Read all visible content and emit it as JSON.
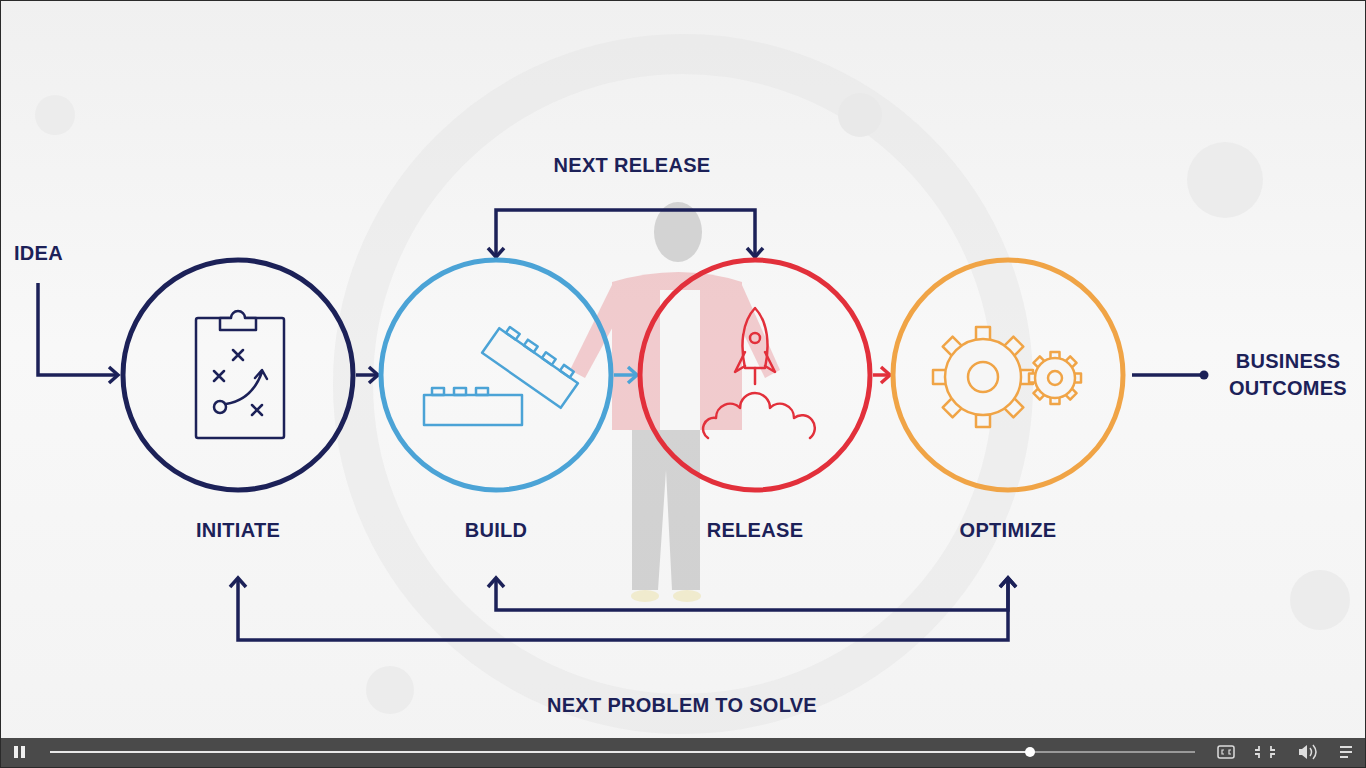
{
  "diagram": {
    "nodes": [
      {
        "text": [
          "INITIATE"
        ]
      },
      {
        "text": [
          "BUILD"
        ]
      },
      {
        "text": [
          "RELEASE"
        ]
      },
      {
        "text": [
          "OPTIMIZE"
        ]
      }
    ],
    "edges": [
      {
        "from": 0,
        "to": 1,
        "arrow": "to"
      },
      {
        "from": 1,
        "to": 2,
        "arrow": "to"
      },
      {
        "from": 2,
        "to": 3,
        "arrow": "to"
      },
      {
        "from": 1,
        "to": 2,
        "arrow": "both",
        "label": "NEXT RELEASE"
      },
      {
        "from": 3,
        "to": 0,
        "arrow": "both",
        "label": "NEXT PROBLEM TO SOLVE"
      },
      {
        "from": 3,
        "to": 1,
        "arrow": "both"
      }
    ],
    "labels": [
      "IDEA",
      "BUSINESS OUTCOMES"
    ]
  }
}
